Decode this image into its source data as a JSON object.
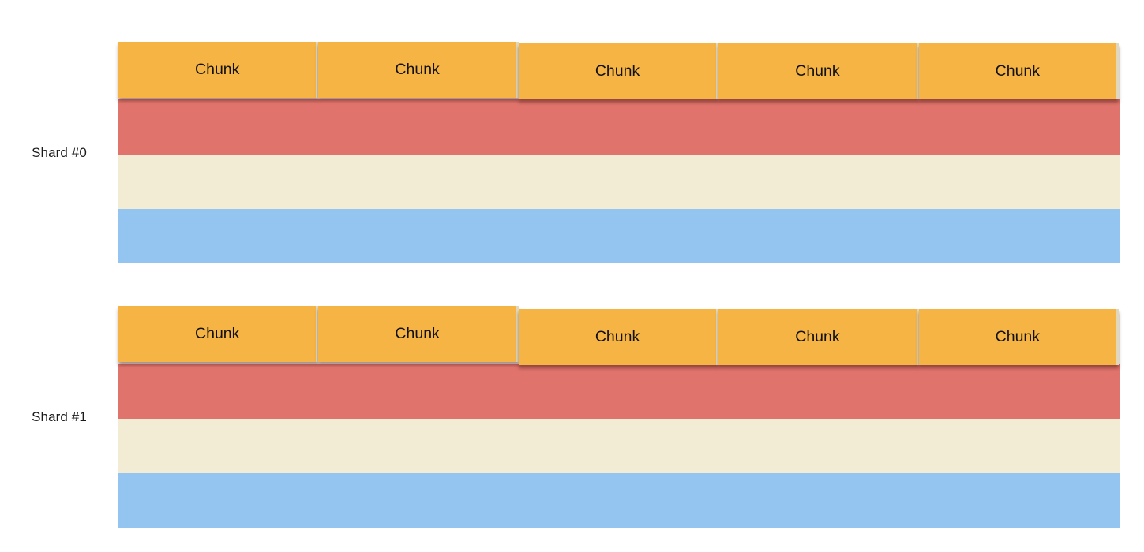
{
  "colors": {
    "background": "#ffffff",
    "text": "#1a1a1a",
    "chunk-fill": "#f6b445",
    "chunk-gap": "#e0d8b8",
    "bar-red": "#e0746c",
    "bar-cream": "#f1ecd3",
    "bar-blue": "#93c5f0"
  },
  "shards": [
    {
      "label": "Shard #0",
      "chunks": [
        "Chunk",
        "Chunk",
        "Chunk",
        "Chunk",
        "Chunk"
      ],
      "bars": [
        "red",
        "cream",
        "blue"
      ]
    },
    {
      "label": "Shard #1",
      "chunks": [
        "Chunk",
        "Chunk",
        "Chunk",
        "Chunk",
        "Chunk"
      ],
      "bars": [
        "red",
        "cream",
        "blue"
      ]
    }
  ]
}
